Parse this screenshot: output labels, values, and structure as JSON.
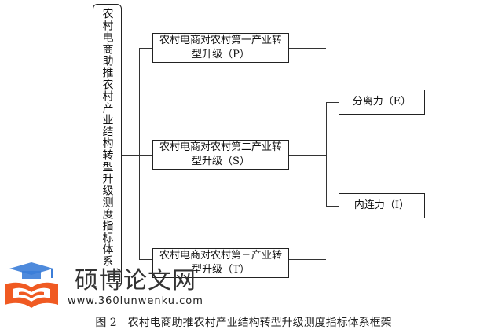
{
  "diagram": {
    "root_label": "农村电商助推农村产业结构转型升级测度指标体系",
    "nodes": {
      "p": "农村电商对农村第一产业转型升级（P）",
      "s": "农村电商对农村第二产业转型升级（S）",
      "t": "农村电商对农村第三产业转型升级（T）",
      "e": "分离力（E）",
      "i": "内连力（I）"
    }
  },
  "watermark": {
    "title": "硕博论文网",
    "url": "www.360lunwenku.com",
    "icon": "graduation-cap-book-icon"
  },
  "caption": "图 2　农村电商助推农村产业结构转型升级测度指标体系框架"
}
